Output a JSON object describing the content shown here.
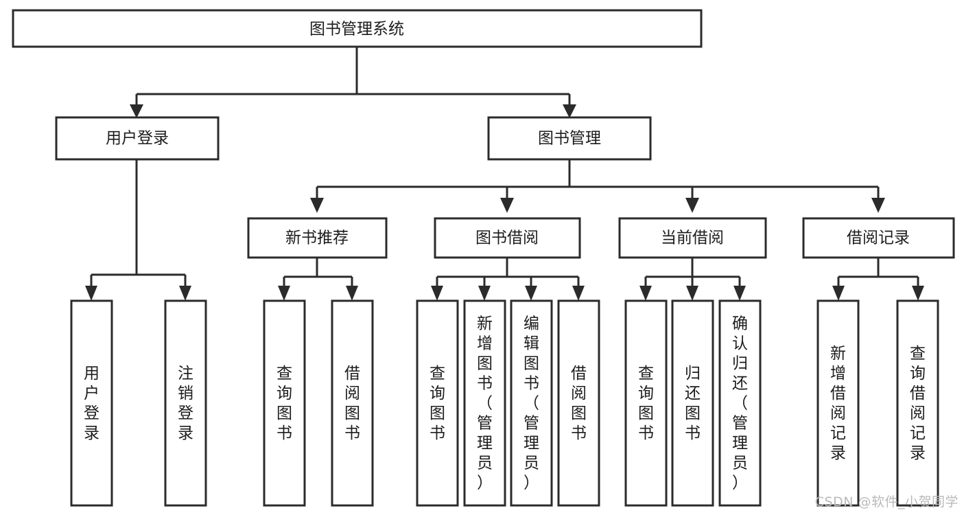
{
  "diagram": {
    "title": "图书管理系统",
    "type": "tree-hierarchy-diagram",
    "orientation": "top-down",
    "colors": {
      "box_fill": "#ffffff",
      "box_stroke": "#2b2b2b",
      "text": "#1c1c1c",
      "background": "#ffffff",
      "watermark": "#b9b9b9"
    },
    "root": {
      "id": "root",
      "label": "图书管理系统",
      "orientation": "horizontal"
    },
    "level2": [
      {
        "id": "user-login",
        "label": "用户登录",
        "orientation": "horizontal"
      },
      {
        "id": "book-manage",
        "label": "图书管理",
        "orientation": "horizontal"
      }
    ],
    "level3": [
      {
        "id": "new-book-recommend",
        "label": "新书推荐",
        "parent": "book-manage",
        "orientation": "horizontal"
      },
      {
        "id": "book-borrow",
        "label": "图书借阅",
        "parent": "book-manage",
        "orientation": "horizontal"
      },
      {
        "id": "current-borrow",
        "label": "当前借阅",
        "parent": "book-manage",
        "orientation": "horizontal"
      },
      {
        "id": "borrow-record",
        "label": "借阅记录",
        "parent": "book-manage",
        "orientation": "horizontal"
      }
    ],
    "leaves": [
      {
        "id": "leaf-user-login",
        "label": "用户登录",
        "parent": "user-login",
        "orientation": "vertical"
      },
      {
        "id": "leaf-user-logout",
        "label": "注销登录",
        "parent": "user-login",
        "orientation": "vertical"
      },
      {
        "id": "leaf-query-book-1",
        "label": "查询图书",
        "parent": "new-book-recommend",
        "orientation": "vertical"
      },
      {
        "id": "leaf-borrow-book-1",
        "label": "借阅图书",
        "parent": "new-book-recommend",
        "orientation": "vertical"
      },
      {
        "id": "leaf-query-book-2",
        "label": "查询图书",
        "parent": "book-borrow",
        "orientation": "vertical"
      },
      {
        "id": "leaf-add-book",
        "label": "新增图书（管理员）",
        "parent": "book-borrow",
        "orientation": "vertical"
      },
      {
        "id": "leaf-edit-book",
        "label": "编辑图书（管理员）",
        "parent": "book-borrow",
        "orientation": "vertical"
      },
      {
        "id": "leaf-borrow-book-2",
        "label": "借阅图书",
        "parent": "book-borrow",
        "orientation": "vertical"
      },
      {
        "id": "leaf-query-book-3",
        "label": "查询图书",
        "parent": "current-borrow",
        "orientation": "vertical"
      },
      {
        "id": "leaf-return-book",
        "label": "归还图书",
        "parent": "current-borrow",
        "orientation": "vertical"
      },
      {
        "id": "leaf-confirm-return",
        "label": "确认归还（管理员）",
        "parent": "current-borrow",
        "orientation": "vertical"
      },
      {
        "id": "leaf-add-record",
        "label": "新增借阅记录",
        "parent": "borrow-record",
        "orientation": "vertical"
      },
      {
        "id": "leaf-query-record",
        "label": "查询借阅记录",
        "parent": "borrow-record",
        "orientation": "vertical"
      }
    ]
  },
  "watermark": {
    "text": "CSDN @软件_小贺同学"
  }
}
